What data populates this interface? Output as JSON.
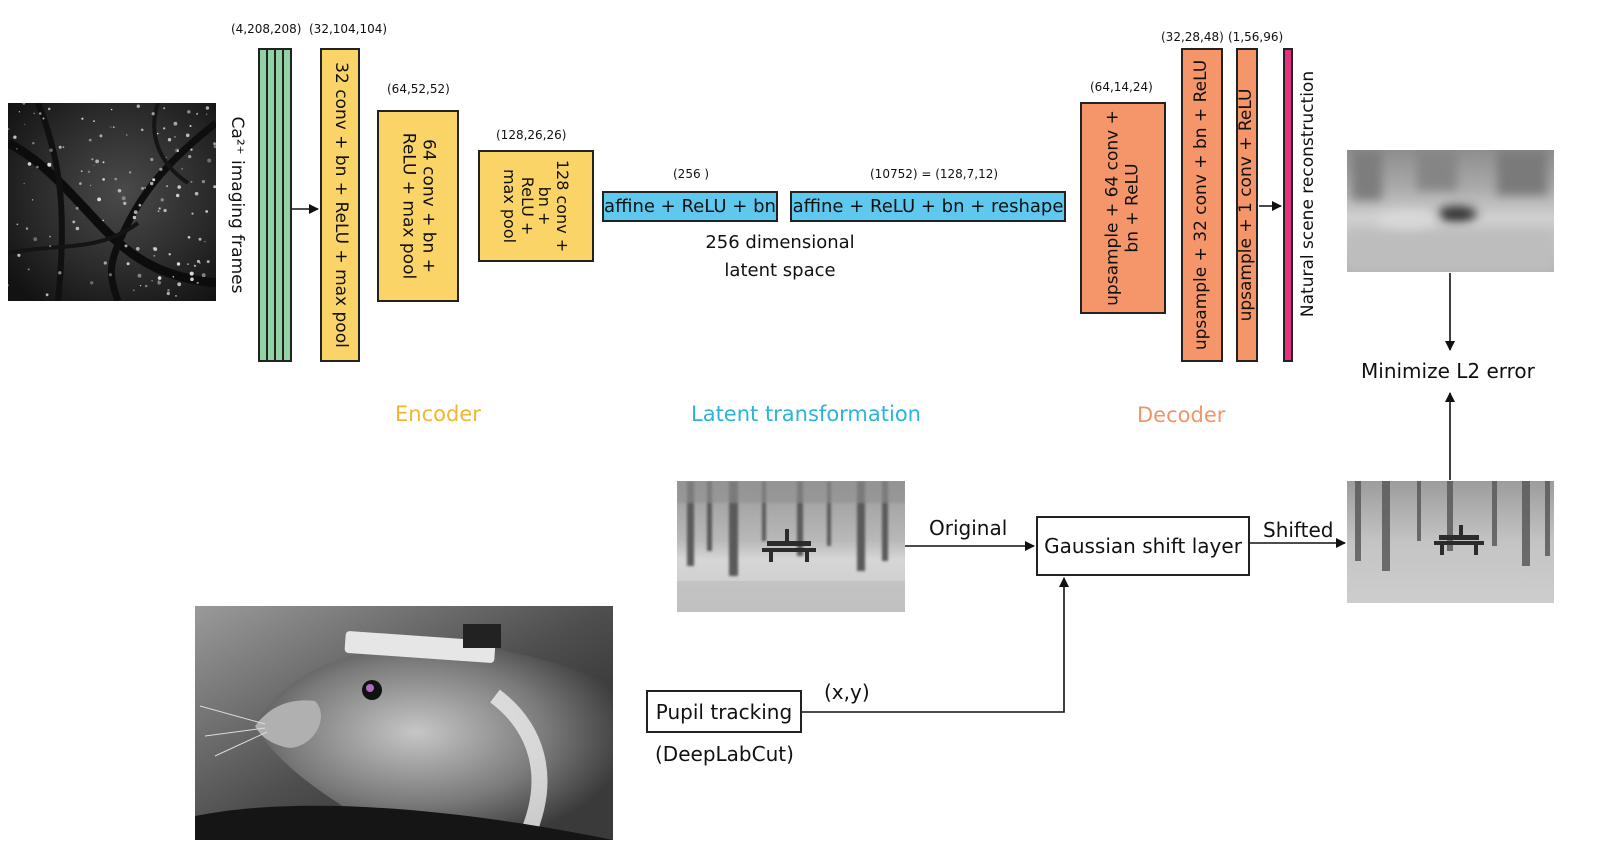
{
  "colors": {
    "encoder": "#FBD468",
    "input_stack": "#93D2A5",
    "latent": "#5EC8EE",
    "decoder": "#F5966A",
    "output_layer": "#E4317F",
    "encoder_title": "#F2B62E",
    "latent_title": "#2BB5D8",
    "decoder_title": "#F29466"
  },
  "encoder": {
    "input_label": "Ca²⁺ imaging frames",
    "input_superscript": "2+",
    "input_dim": "(4,208,208)",
    "layers": [
      {
        "dim": "(32,104,104)",
        "lines": [
          "32 conv + bn + ReLU + max pool"
        ]
      },
      {
        "dim": "(64,52,52)",
        "lines": [
          "64 conv + bn +",
          "ReLU + max pool"
        ]
      },
      {
        "dim": "(128,26,26)",
        "lines": [
          "128 conv +",
          "bn +",
          "ReLU +",
          "max pool"
        ]
      }
    ],
    "title": "Encoder"
  },
  "latent": {
    "box1": {
      "dim": "(256 )",
      "label": "affine + ReLU + bn"
    },
    "box2": {
      "dim": "(10752) = (128,7,12)",
      "label": "affine + ReLU + bn + reshape"
    },
    "caption_line1": "256 dimensional",
    "caption_line2": "latent space",
    "title": "Latent transformation"
  },
  "decoder": {
    "layers": [
      {
        "dim": "(64,14,24)",
        "lines": [
          "upsample + 64 conv +",
          "bn + ReLU"
        ]
      },
      {
        "dim": "(32,28,48)",
        "lines": [
          "upsample + 32 conv + bn + ReLU"
        ]
      },
      {
        "dim": "(1,56,96)",
        "lines": [
          "upsample + 1 conv + ReLU"
        ]
      }
    ],
    "output_label": "Natural scene reconstruction",
    "title": "Decoder"
  },
  "loss": {
    "label": "Minimize L2 error"
  },
  "pipeline": {
    "original_label": "Original",
    "gaussian_label": "Gaussian shift layer",
    "shifted_label": "Shifted",
    "coords_label": "(x,y)",
    "pupil_label": "Pupil tracking",
    "deeplabcut_label": "(DeepLabCut)"
  }
}
